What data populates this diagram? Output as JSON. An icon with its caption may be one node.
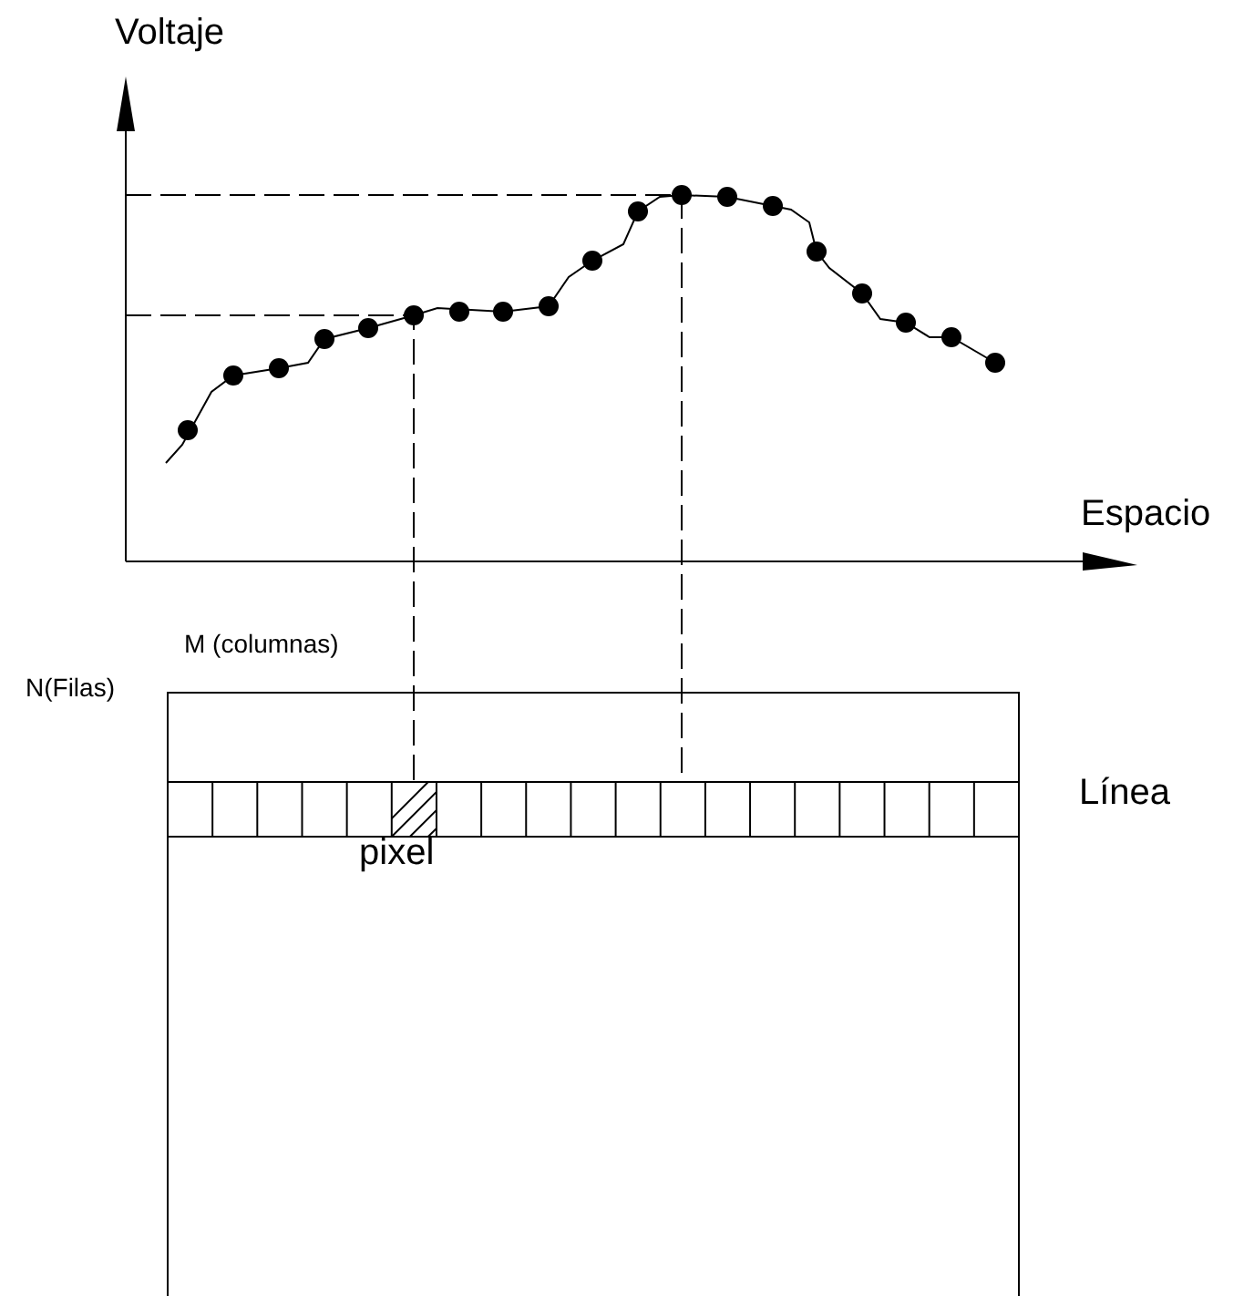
{
  "diagram": {
    "labels": [
      "Voltaje",
      "Espacio",
      "M (columnas)",
      "N(Filas)",
      "Línea",
      "pixel"
    ]
  }
}
